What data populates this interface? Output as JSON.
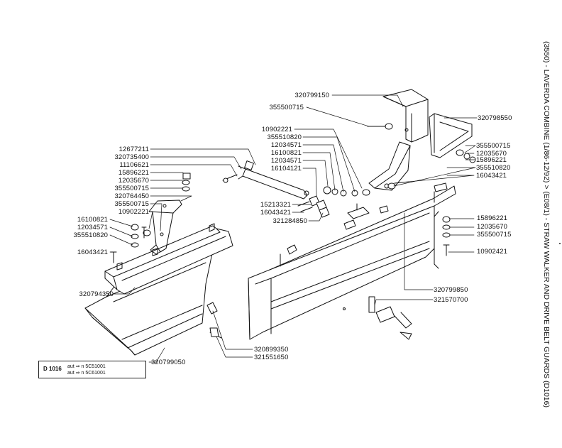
{
  "diagram": {
    "side_title": "(3550) - LAVERDA COMBINE (1/86-12/92) > (E08/1) - STRAW WALKER AND DRIVE BELT GUARDS (D1016)",
    "reference": {
      "code": "D 1016",
      "lines": [
        "aut ⇒ n 5C51001",
        "aut ⇒ n 5C61001"
      ]
    },
    "part_numbers": {
      "p320799150": "320799150",
      "p355500715_top": "355500715",
      "p10902221_mid": "10902221",
      "p355510820_mid": "355510820",
      "p12034571_mid1": "12034571",
      "p16100821_mid": "16100821",
      "p12034571_mid2": "12034571",
      "p16104121": "16104121",
      "p320798550": "320798550",
      "p355500715_r": "355500715",
      "p12035670_r": "12035670",
      "p15896221_r": "15896221",
      "p355510820_r": "355510820",
      "p16043421_r": "16043421",
      "p12677211": "12677211",
      "p320735400": "320735400",
      "p11106621": "11106621",
      "p15896221_l": "15896221",
      "p12035670_l": "12035670",
      "p355500715_l": "355500715",
      "p320764450": "320764450",
      "p355500715_l2": "355500715",
      "p10902221_l": "10902221",
      "p16100821_l": "16100821",
      "p12034571_l": "12034571",
      "p355510820_l": "355510820",
      "p16043421_l": "16043421",
      "p15213321": "15213321",
      "p16043421_c": "16043421",
      "p321284850": "321284850",
      "p15896221_fr": "15896221",
      "p12035670_fr": "12035670",
      "p355500715_fr": "355500715",
      "p10902421": "10902421",
      "p320794350": "320794350",
      "p320799850": "320799850",
      "p321570700": "321570700",
      "p320899350": "320899350",
      "p321551650": "321551650",
      "p320799050": "320799050"
    }
  }
}
